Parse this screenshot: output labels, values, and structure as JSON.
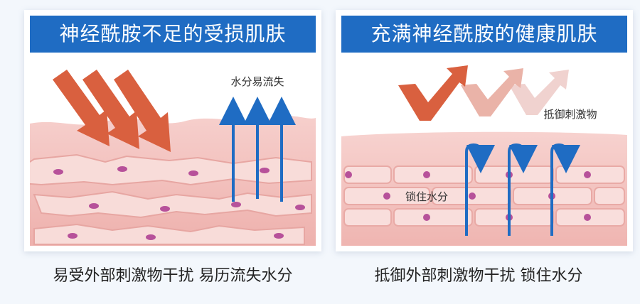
{
  "left_panel": {
    "title": "神经酰胺不足的受损肌肤",
    "annotation": "水分易流失",
    "caption": "易受外部刺激物干扰 易历流失水分"
  },
  "right_panel": {
    "title": "充满神经酰胺的健康肌肤",
    "annotation_top": "抵御刺激物",
    "annotation_mid": "锁住水分",
    "caption": "抵御外部刺激物干扰 锁住水分"
  },
  "colors": {
    "title_bg": "#1f6cc3",
    "arrow_red": "#d9603f",
    "arrow_blue": "#1f6cc3",
    "skin_pink": "#f2b8b5",
    "cell_pink": "#f7d3d1",
    "cell_dot": "#b7519a"
  }
}
